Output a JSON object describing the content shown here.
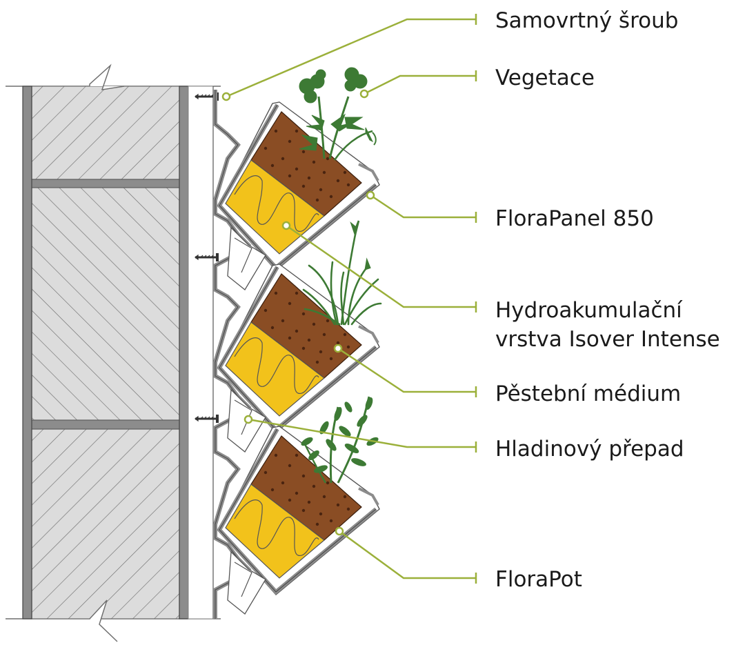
{
  "diagram": {
    "labels": [
      {
        "id": "samovrtny-sroub",
        "text": "Samovrtný šroub"
      },
      {
        "id": "vegetace",
        "text": "Vegetace"
      },
      {
        "id": "florapanel",
        "text": "FloraPanel 850"
      },
      {
        "id": "hydro-1",
        "text": "Hydroakumulační"
      },
      {
        "id": "hydro-2",
        "text": "vrstva Isover Intense"
      },
      {
        "id": "pestebni",
        "text": "Pěstební médium"
      },
      {
        "id": "hladinovy",
        "text": "Hladinový přepad"
      },
      {
        "id": "florapot",
        "text": "FloraPot"
      }
    ],
    "colors": {
      "leader": "#9bb03a",
      "soil": "#8a4d24",
      "soil_dot": "#4a2410",
      "wool": "#f2c21b",
      "frame": "#8c8c8c",
      "wall_fill": "#dcdcdc",
      "stud": "#8c8c8c",
      "plant": "#3d7a34"
    }
  }
}
